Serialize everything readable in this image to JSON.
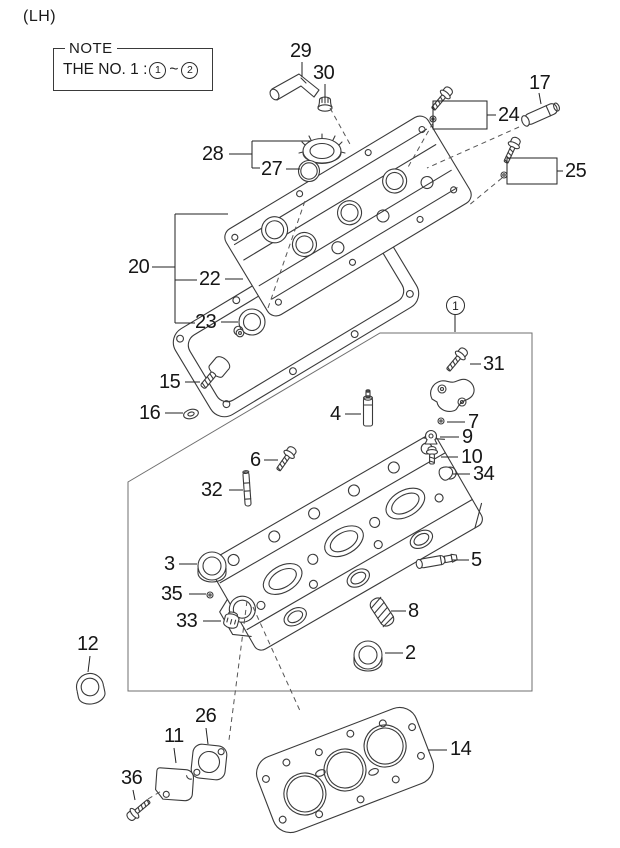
{
  "page": {
    "handedness_label": "(LH)"
  },
  "note": {
    "title": "NOTE",
    "prefix": "THE NO. 1 :",
    "range_start": "1",
    "range_separator": "~",
    "range_end": "2"
  },
  "assembly_callout": "1",
  "callouts": {
    "p2": "2",
    "p3": "3",
    "p4": "4",
    "p5": "5",
    "p6": "6",
    "p7": "7",
    "p8": "8",
    "p9": "9",
    "p10": "10",
    "p11": "11",
    "p12": "12",
    "p14": "14",
    "p15": "15",
    "p16": "16",
    "p17": "17",
    "p20": "20",
    "p22": "22",
    "p23": "23",
    "p24": "24",
    "p25": "25",
    "p26": "26",
    "p27": "27",
    "p28": "28",
    "p29": "29",
    "p30": "30",
    "p31": "31",
    "p32": "32",
    "p33": "33",
    "p34": "34",
    "p35": "35",
    "p36": "36"
  }
}
